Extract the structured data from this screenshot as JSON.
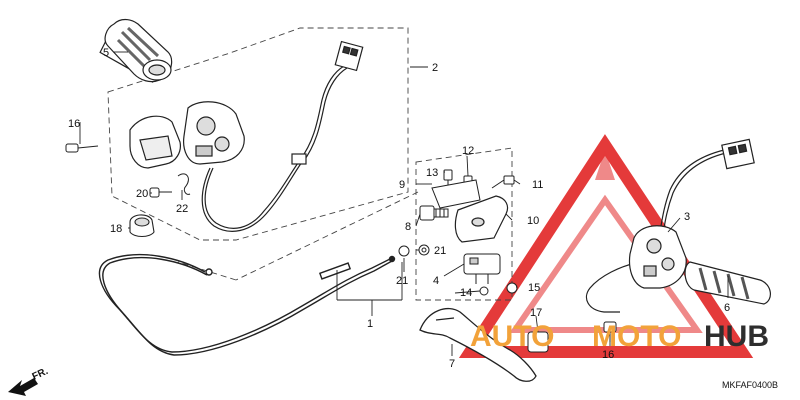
{
  "callouts": {
    "c1": "1",
    "c2": "2",
    "c3": "3",
    "c4": "4",
    "c5": "5",
    "c6": "6",
    "c7": "7",
    "c8": "8",
    "c9": "9",
    "c10": "10",
    "c11": "11",
    "c12": "12",
    "c13": "13",
    "c14": "14",
    "c15": "15",
    "c16a": "16",
    "c16b": "16",
    "c17": "17",
    "c18": "18",
    "c20": "20",
    "c21a": "21",
    "c21b": "21",
    "c22": "22"
  },
  "direction_label": "FR.",
  "diagram_code": "MKFAF0400B",
  "watermark": {
    "part1": "AUTO",
    "part2": "MOTO",
    "part3": "HUB",
    "accent_color": "#f2a23a",
    "dark_color": "#2e2e2e",
    "triangle_color": "#e01818"
  }
}
